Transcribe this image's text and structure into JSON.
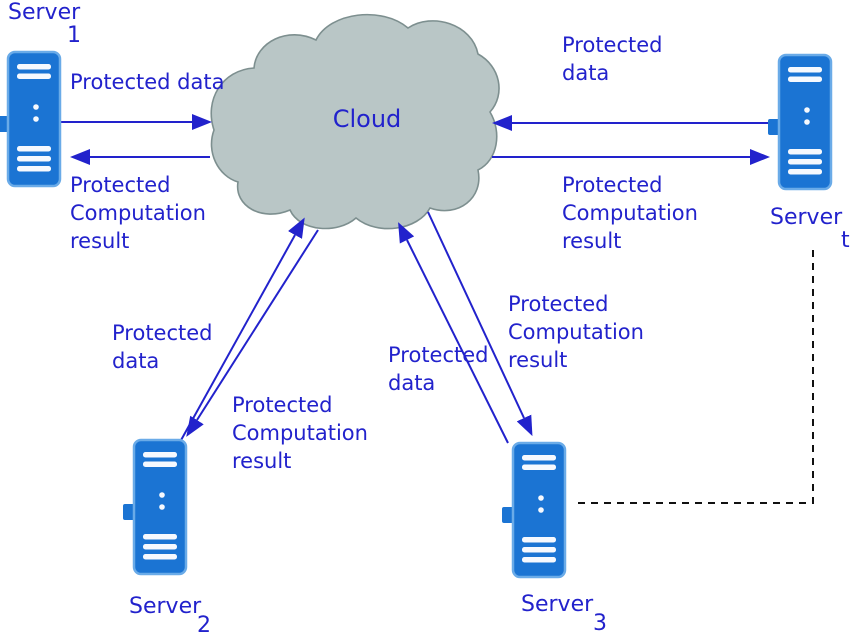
{
  "diagram": {
    "cloud": {
      "label": "Cloud"
    },
    "servers": [
      {
        "id": "server-1",
        "name": "Server",
        "index": "1"
      },
      {
        "id": "server-t",
        "name": "Server",
        "index": "t"
      },
      {
        "id": "server-2",
        "name": "Server",
        "index": "2"
      },
      {
        "id": "server-3",
        "name": "Server",
        "index": "3"
      }
    ],
    "flows": [
      {
        "id": "server1-to-cloud",
        "label": [
          "Protected data"
        ]
      },
      {
        "id": "cloud-to-server1",
        "label": [
          "Protected",
          "Computation",
          "result"
        ]
      },
      {
        "id": "servert-to-cloud",
        "label": [
          "Protected",
          "data"
        ]
      },
      {
        "id": "cloud-to-servert",
        "label": [
          "Protected",
          "Computation",
          "result"
        ]
      },
      {
        "id": "server2-to-cloud",
        "label": [
          "Protected",
          "data"
        ]
      },
      {
        "id": "cloud-to-server2",
        "label": [
          "Protected",
          "Computation",
          "result"
        ]
      },
      {
        "id": "server3-to-cloud",
        "label": [
          "Protected",
          "data"
        ]
      },
      {
        "id": "cloud-to-server3",
        "label": [
          "Protected",
          "Computation",
          "result"
        ]
      }
    ],
    "colors": {
      "accent_blue": "#2222cc",
      "cloud_fill": "#b9c6c6",
      "cloud_border": "#7d8f8f",
      "server_fill": "#1b74d3",
      "server_highlight": "#6aabe8",
      "dashed_connector": "#111111",
      "background": "#ffffff"
    }
  }
}
